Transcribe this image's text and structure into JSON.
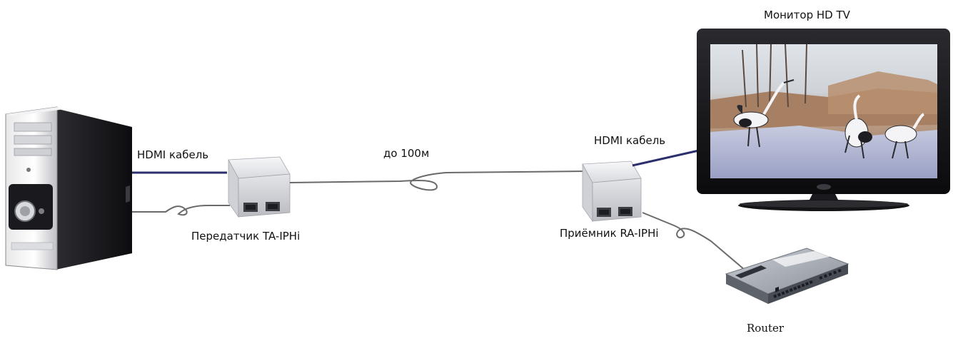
{
  "labels": {
    "monitor": "Монитор HD TV",
    "hdmi_left": "HDMI кабель",
    "distance": "до 100м",
    "hdmi_right": "HDMI кабель",
    "transmitter": "Передатчик TA-IPHi",
    "receiver": "Приёмник RA-IPHi",
    "router": "Router"
  },
  "colors": {
    "hdmi_cable": "#2b2f6b",
    "network_cable": "#6a6a6a",
    "device_body": "#e9e9ec",
    "pc_body": "#1e1e22",
    "tv_frame": "#151518"
  }
}
